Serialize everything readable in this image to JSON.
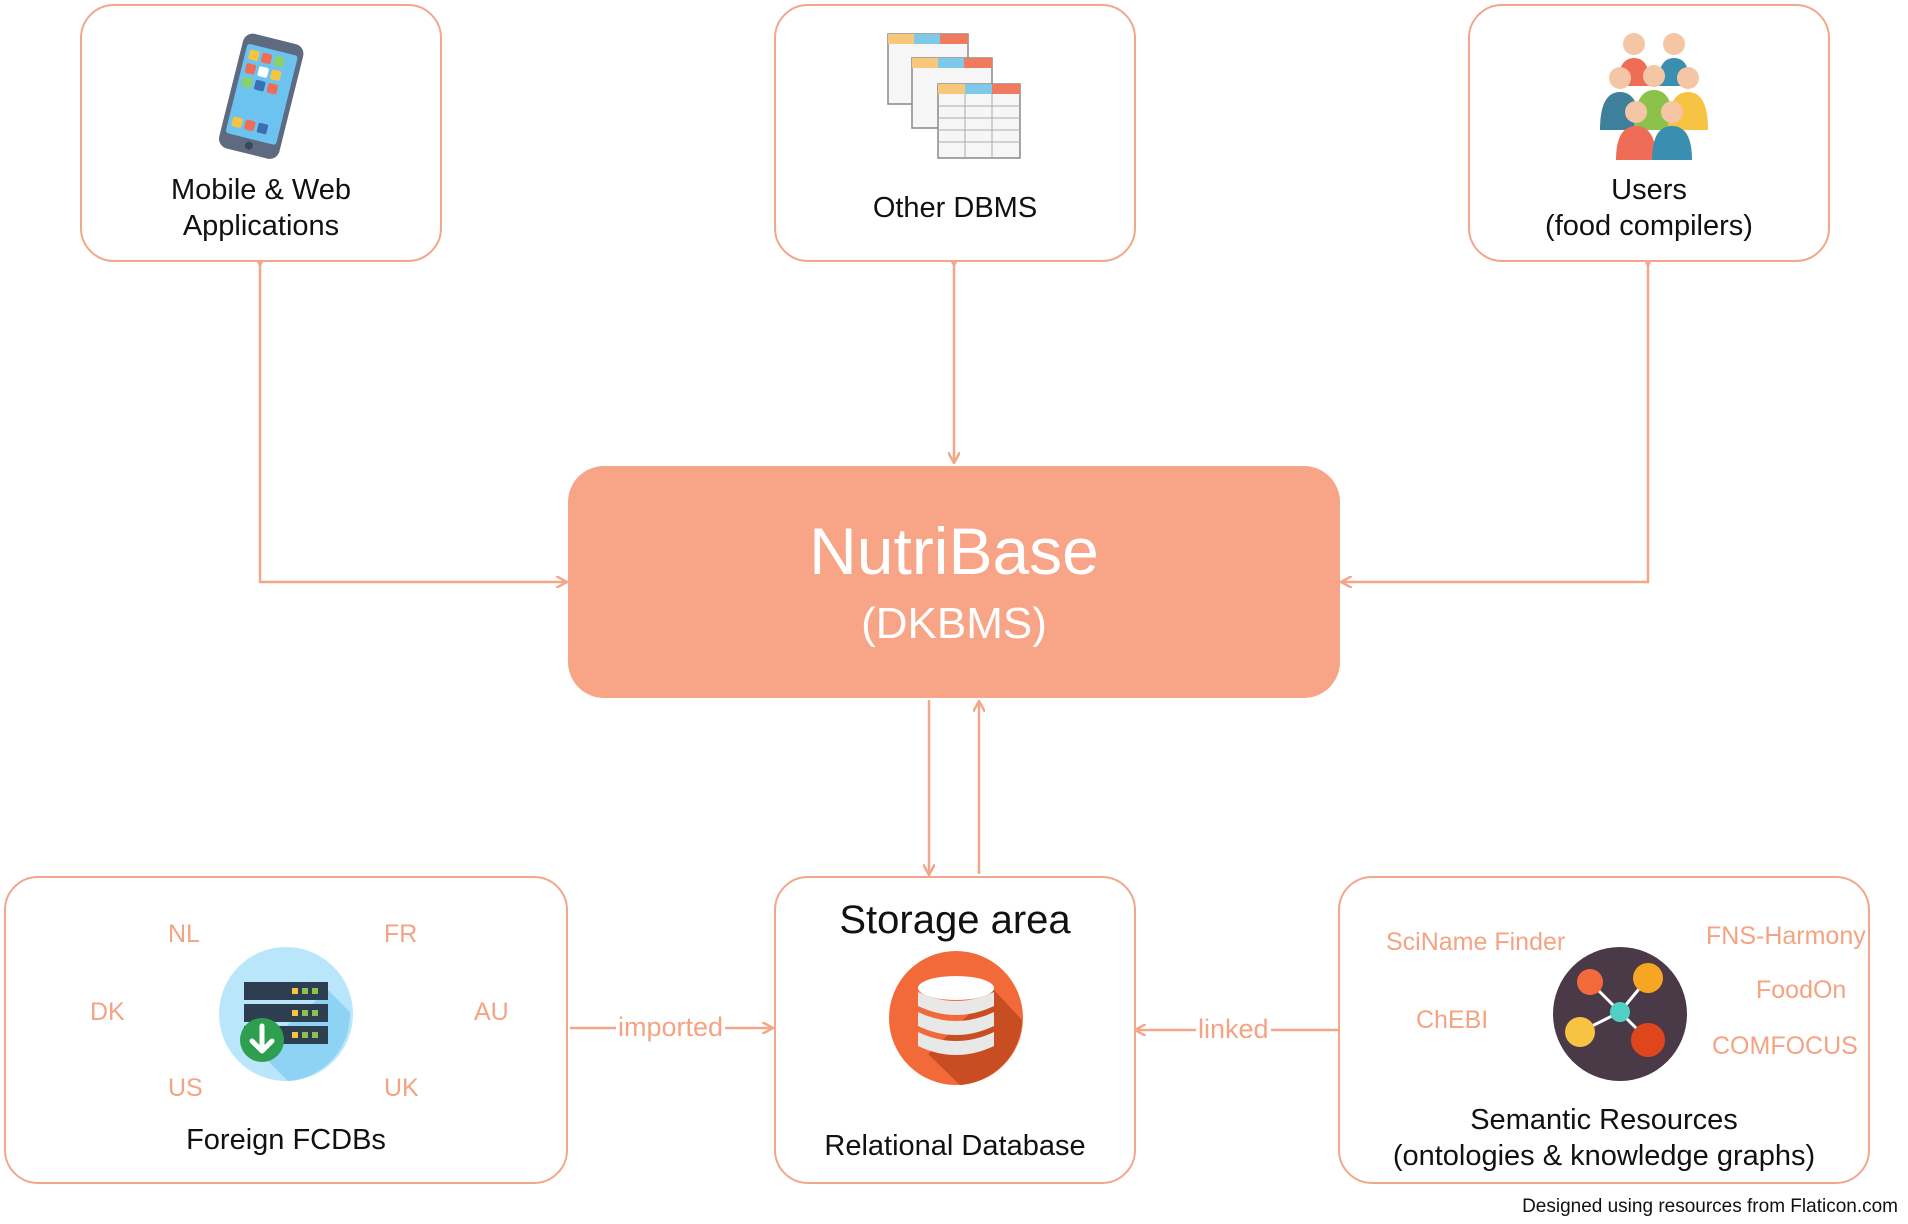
{
  "center_node": {
    "title": "NutriBase",
    "subtitle": "(DKBMS)"
  },
  "top_nodes": {
    "mobile": {
      "line1": "Mobile & Web",
      "line2": "Applications",
      "icon": "smartphone-icon"
    },
    "dbms": {
      "line1": "Other DBMS",
      "icon": "spreadsheet-tables-icon"
    },
    "users": {
      "line1": "Users",
      "line2": "(food compilers)",
      "icon": "people-group-icon"
    }
  },
  "bottom_nodes": {
    "fcdbs": {
      "label": "Foreign FCDBs",
      "icon": "server-download-icon",
      "countries": [
        "NL",
        "FR",
        "DK",
        "AU",
        "US",
        "UK"
      ]
    },
    "storage": {
      "title": "Storage area",
      "label": "Relational Database",
      "icon": "database-icon"
    },
    "semantic": {
      "line1": "Semantic Resources",
      "line2": "(ontologies & knowledge graphs)",
      "icon": "network-graph-icon",
      "resources": [
        "SciName Finder",
        "FNS-Harmony",
        "FoodOn",
        "ChEBI",
        "COMFOCUS"
      ]
    }
  },
  "edges": {
    "imported": "imported",
    "linked": "linked"
  },
  "footer": {
    "credit": "Designed using resources from Flaticon.com"
  },
  "colors": {
    "accent": "#f8a487",
    "border": "#f2a78a",
    "tag_text": "#f4a383"
  }
}
